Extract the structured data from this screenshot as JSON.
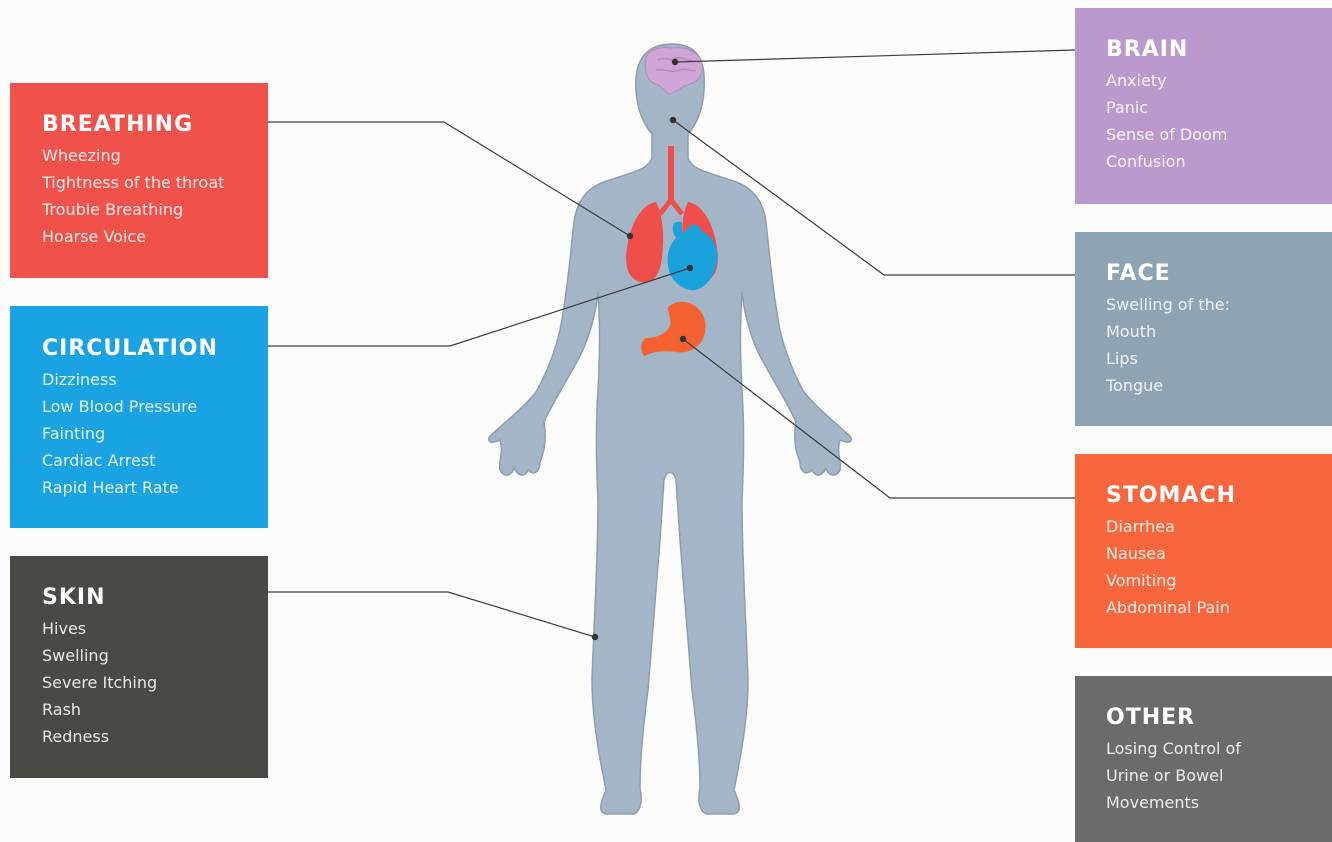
{
  "colors": {
    "background": "#fbfbfa",
    "body": "#a3b5c6",
    "body_outline": "#8d9eaf",
    "leader_line": "#3c3c3c",
    "lungs": "#ef4e4b",
    "heart": "#1aa2dd",
    "brain_organ": "#cfa5d6",
    "stomach_organ": "#f5612f"
  },
  "panels": {
    "breathing": {
      "title": "BREATHING",
      "color": "#f0514b",
      "items": [
        "Wheezing",
        "Tightness of the throat",
        "Trouble Breathing",
        "Hoarse Voice"
      ]
    },
    "circulation": {
      "title": "CIRCULATION",
      "color": "#1aa3e2",
      "items": [
        "Dizziness",
        "Low Blood Pressure",
        "Fainting",
        "Cardiac Arrest",
        "Rapid Heart Rate"
      ]
    },
    "skin": {
      "title": "SKIN",
      "color": "#4a4a44",
      "items": [
        "Hives",
        "Swelling",
        "Severe Itching",
        "Rash",
        "Redness"
      ]
    },
    "brain": {
      "title": "BRAIN",
      "color": "#bc99cc",
      "items": [
        "Anxiety",
        "Panic",
        "Sense of Doom",
        "Confusion"
      ]
    },
    "face": {
      "title": "FACE",
      "color": "#8ea4b5",
      "items": [
        "Swelling of the:",
        "Mouth",
        "Lips",
        "Tongue"
      ]
    },
    "stomach": {
      "title": "STOMACH",
      "color": "#f7663c",
      "items": [
        "Diarrhea",
        "Nausea",
        "Vomiting",
        "Abdominal Pain"
      ]
    },
    "other": {
      "title": "OTHER",
      "color": "#6b6c68",
      "items": [
        "Losing Control of",
        "Urine or Bowel",
        "Movements"
      ]
    }
  }
}
